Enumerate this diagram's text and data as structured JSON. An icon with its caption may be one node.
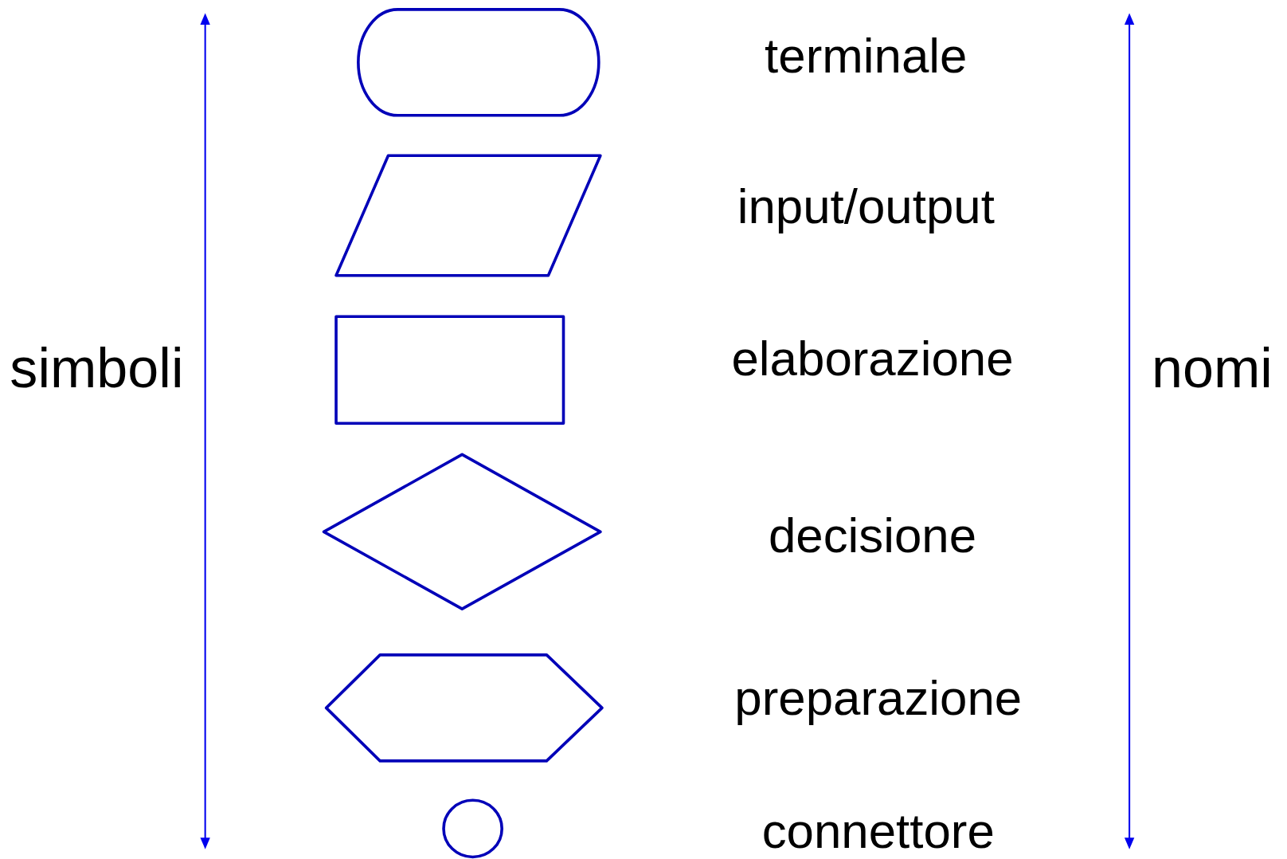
{
  "diagram": {
    "nodes": [
      {
        "text": [],
        "shape": "stadium",
        "beside": [
          "terminale"
        ]
      },
      {
        "text": [],
        "shape": "parallelogram",
        "beside": [
          "input/output"
        ]
      },
      {
        "text": [],
        "shape": "box",
        "beside": [
          "elaborazione"
        ]
      },
      {
        "text": [],
        "shape": "diamond",
        "beside": [
          "decisione"
        ]
      },
      {
        "text": [],
        "shape": "hexagon",
        "beside": [
          "preparazione"
        ]
      },
      {
        "text": [],
        "shape": "circle"
      }
    ],
    "edges": [],
    "labels": [
      "simboli",
      "nomi",
      "connettore"
    ]
  }
}
